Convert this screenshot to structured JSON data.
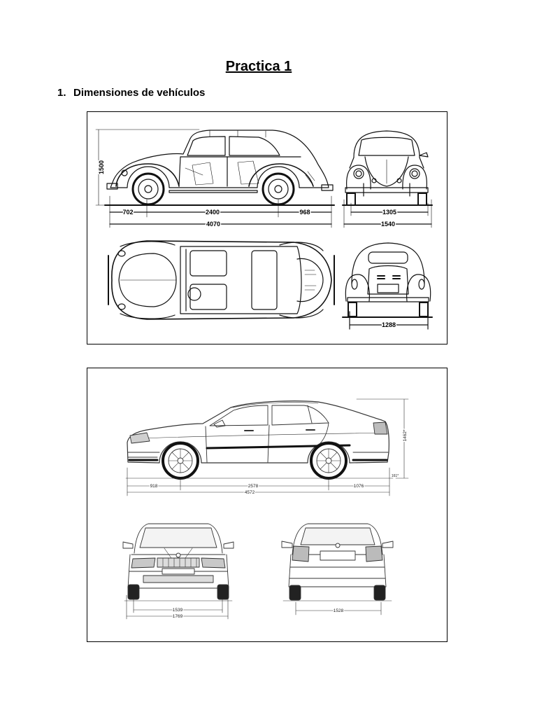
{
  "title": "Practica 1",
  "section": {
    "number": "1.",
    "heading": "Dimensiones de vehículos"
  },
  "figure1": {
    "side": {
      "height": "1500",
      "front": "702",
      "wheelbase": "2400",
      "rear": "968",
      "length": "4070"
    },
    "front": {
      "track": "1305",
      "width": "1540"
    },
    "rear": {
      "track": "1288"
    }
  },
  "figure2": {
    "side": {
      "height": "1462*",
      "clearance": "161*",
      "front": "918",
      "wheelbase": "2578",
      "rear": "1076",
      "length": "4572"
    },
    "front": {
      "track": "1539",
      "width": "1769"
    },
    "rear": {
      "track": "1528"
    }
  }
}
